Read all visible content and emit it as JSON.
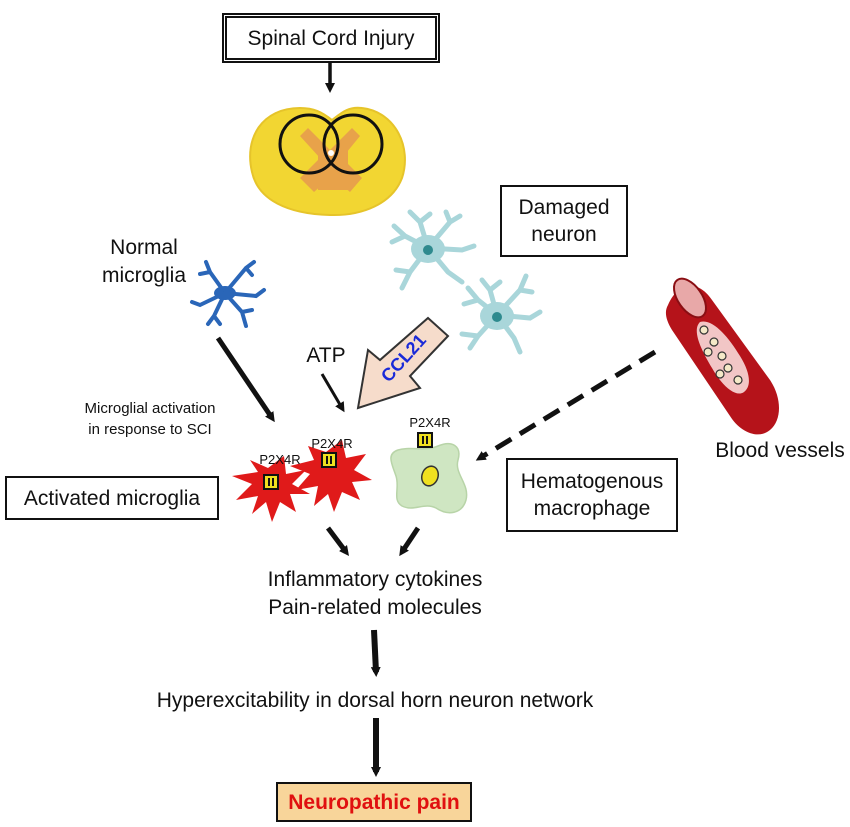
{
  "title_box": "Spinal Cord Injury",
  "damaged_neuron": [
    "Damaged",
    "neuron"
  ],
  "normal_microglia": [
    "Normal",
    "microglia"
  ],
  "atp": "ATP",
  "ccl21": "CCL21",
  "activation_note": [
    "Microglial activation",
    "in response to SCI"
  ],
  "receptor": "P2X4R",
  "activated_microglia": "Activated microglia",
  "hematogenous_macrophage": [
    "Hematogenous",
    "macrophage"
  ],
  "blood_vessels": "Blood vessels",
  "outcome_molecules": [
    "Inflammatory cytokines",
    "Pain-related molecules"
  ],
  "hyperexcitability": "Hyperexcitability in dorsal horn neuron network",
  "neuropathic_pain": "Neuropathic pain",
  "colors": {
    "cord_white_matter": "#f2d632",
    "cord_gray_matter": "#e8a24a",
    "normal_microglia": "#2a66b8",
    "activated_microglia": "#e01a1a",
    "damaged_neuron": "#a9d6da",
    "neuron_nucleus": "#2e8a8e",
    "macrophage": "#cfe6c2",
    "ccl21_arrow": "#f6dccb",
    "ccl21_text": "#1a2ad8",
    "pain_box_fill": "#f8d59a",
    "pain_text": "#e01010",
    "vessel": "#b5131a",
    "receptor": "#f0e020"
  }
}
